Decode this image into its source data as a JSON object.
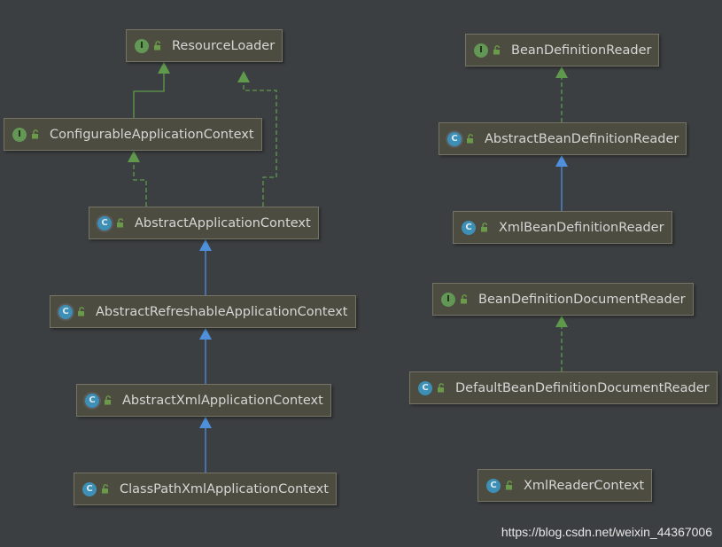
{
  "nodes": [
    {
      "id": "resource-loader",
      "kind": "interface",
      "badge": "I",
      "label": "ResourceLoader"
    },
    {
      "id": "configurable-app-ctx",
      "kind": "interface",
      "badge": "I",
      "label": "ConfigurableApplicationContext"
    },
    {
      "id": "abstract-app-ctx",
      "kind": "abstract",
      "badge": "C",
      "label": "AbstractApplicationContext"
    },
    {
      "id": "abstract-refreshable-ctx",
      "kind": "abstract",
      "badge": "C",
      "label": "AbstractRefreshableApplicationContext"
    },
    {
      "id": "abstract-xml-ctx",
      "kind": "abstract",
      "badge": "C",
      "label": "AbstractXmlApplicationContext"
    },
    {
      "id": "classpath-xml-ctx",
      "kind": "class",
      "badge": "C",
      "label": "ClassPathXmlApplicationContext"
    },
    {
      "id": "bean-def-reader",
      "kind": "interface",
      "badge": "I",
      "label": "BeanDefinitionReader"
    },
    {
      "id": "abstract-bean-def-reader",
      "kind": "abstract",
      "badge": "C",
      "label": "AbstractBeanDefinitionReader"
    },
    {
      "id": "xml-bean-def-reader",
      "kind": "class",
      "badge": "C",
      "label": "XmlBeanDefinitionReader"
    },
    {
      "id": "bean-def-doc-reader",
      "kind": "interface",
      "badge": "I",
      "label": "BeanDefinitionDocumentReader"
    },
    {
      "id": "default-bean-def-doc-reader",
      "kind": "class",
      "badge": "C",
      "label": "DefaultBeanDefinitionDocumentReader"
    },
    {
      "id": "xml-reader-context",
      "kind": "class",
      "badge": "C",
      "label": "XmlReaderContext"
    }
  ],
  "edges": [
    {
      "from": "configurable-app-ctx",
      "to": "resource-loader",
      "type": "extends-interface"
    },
    {
      "from": "abstract-app-ctx",
      "to": "resource-loader",
      "type": "implements"
    },
    {
      "from": "abstract-app-ctx",
      "to": "configurable-app-ctx",
      "type": "implements"
    },
    {
      "from": "abstract-refreshable-ctx",
      "to": "abstract-app-ctx",
      "type": "extends"
    },
    {
      "from": "abstract-xml-ctx",
      "to": "abstract-refreshable-ctx",
      "type": "extends"
    },
    {
      "from": "classpath-xml-ctx",
      "to": "abstract-xml-ctx",
      "type": "extends"
    },
    {
      "from": "abstract-bean-def-reader",
      "to": "bean-def-reader",
      "type": "implements"
    },
    {
      "from": "xml-bean-def-reader",
      "to": "abstract-bean-def-reader",
      "type": "extends"
    },
    {
      "from": "default-bean-def-doc-reader",
      "to": "bean-def-doc-reader",
      "type": "implements"
    }
  ],
  "colors": {
    "background": "#3c3f41",
    "node_fill": "#4d4c40",
    "node_border": "#767367",
    "text": "#d6d6d6",
    "interface_badge": "#629755",
    "class_badge": "#3d8fb5",
    "extends_line": "#4f8fdc",
    "implements_line": "#5f9a4c"
  },
  "watermark": "https://blog.csdn.net/weixin_44367006"
}
